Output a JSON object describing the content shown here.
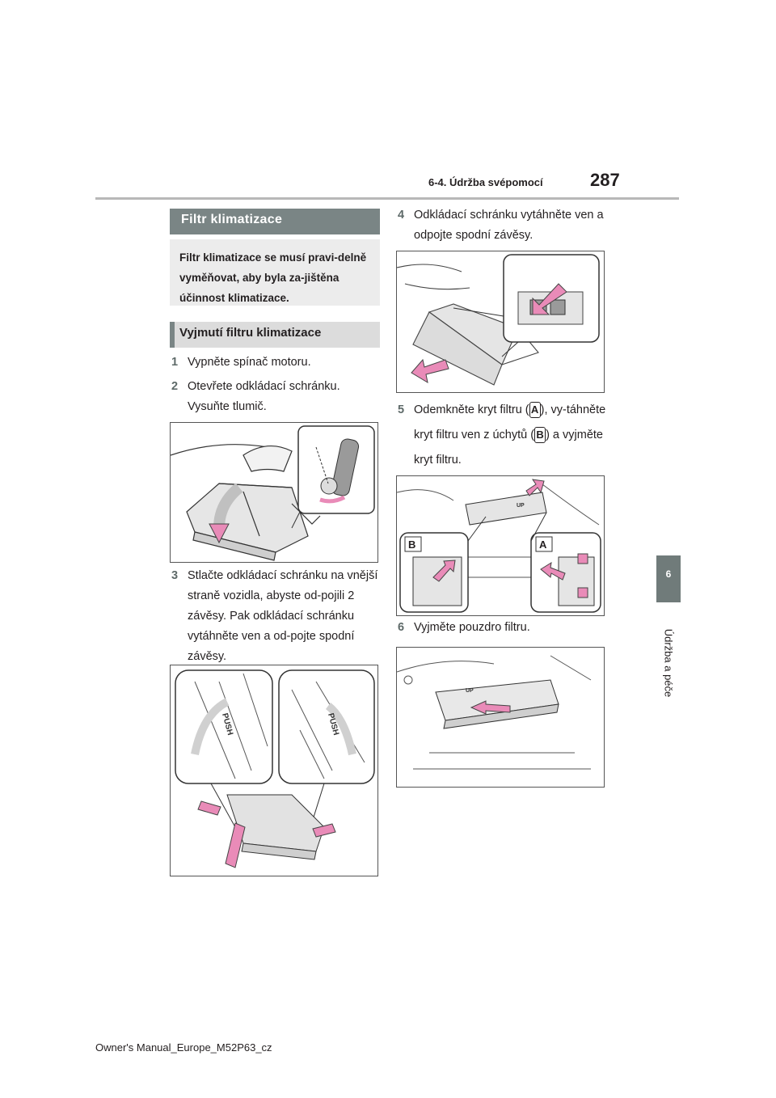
{
  "header": {
    "section": "6-4. Údržba svépomocí",
    "page_number": "287"
  },
  "side_tab": {
    "chapter_number": "6",
    "chapter_title": "Údržba a péče"
  },
  "section_title": "Filtr klimatizace",
  "intro_text": "Filtr klimatizace se musí pravi-delně vyměňovat, aby byla za-jištěna účinnost klimatizace.",
  "subsection_title": "Vyjmutí filtru klimatizace",
  "steps": [
    {
      "num": "1",
      "text": "Vypněte spínač motoru."
    },
    {
      "num": "2",
      "text": "Otevřete odkládací schránku. Vysuňte tlumič."
    },
    {
      "num": "3",
      "text": "Stlačte odkládací schránku na vnější straně vozidla, abyste od-pojili 2 závěsy. Pak odkládací schránku vytáhněte ven a od-pojte spodní závěsy."
    },
    {
      "num": "4",
      "text": "Odkládací schránku vytáhněte ven a odpojte spodní závěsy."
    },
    {
      "num": "5",
      "text_before": "Odemkněte kryt filtru (",
      "label_a": "A",
      "text_mid": "), vy-táhněte kryt filtru ven z úchytů (",
      "label_b": "B",
      "text_after": ") a vyjměte kryt filtru."
    },
    {
      "num": "6",
      "text": "Vyjměte pouzdro filtru."
    }
  ],
  "figures": {
    "push_label": "PUSH",
    "up_label": "UP",
    "callout_a": "A",
    "callout_b": "B"
  },
  "footer": "Owner's Manual_Europe_M52P63_cz",
  "colors": {
    "accent_gray": "#7a8585",
    "arrow_pink": "#e98bb8",
    "tab_gray": "#707b7a"
  }
}
